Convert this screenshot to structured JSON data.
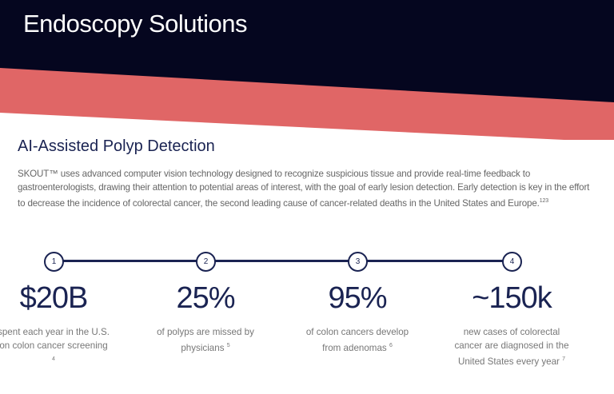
{
  "colors": {
    "navy": "#05061f",
    "coral": "#e06666",
    "accent": "#1a2352"
  },
  "header": {
    "title": "Endoscopy Solutions"
  },
  "section": {
    "title": "AI-Assisted Polyp Detection",
    "body": "SKOUT™ uses advanced computer vision technology designed to recognize suspicious tissue and provide real-time feedback to gastroenterologists, drawing their attention to potential areas of interest, with the goal of early lesion detection. Early detection is key in the effort to decrease the incidence of colorectal cancer, the second leading cause of cancer-related deaths in the United States and Europe.",
    "body_ref": "123"
  },
  "stats": [
    {
      "step": "1",
      "value": "$20B",
      "caption": "spent each year in the U.S. on colon cancer screening",
      "ref": "4"
    },
    {
      "step": "2",
      "value": "25%",
      "caption": "of polyps are missed by physicians",
      "ref": "5"
    },
    {
      "step": "3",
      "value": "95%",
      "caption": "of colon cancers develop from adenomas",
      "ref": "6"
    },
    {
      "step": "4",
      "value": "~150k",
      "caption": "new cases of colorectal cancer are diagnosed in the United States every year",
      "ref": "7"
    }
  ]
}
